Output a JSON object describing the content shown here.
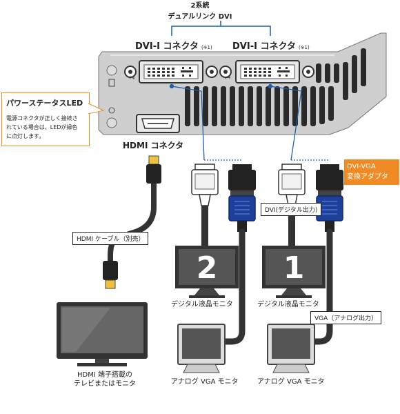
{
  "header": {
    "line1": "2系統",
    "line2": "デュアルリンク DVI"
  },
  "ports": {
    "dvi_left": "DVI-I コネクタ",
    "dvi_right": "DVI-I コネクタ",
    "note": "(※1)",
    "port_num_2": "2",
    "port_num_1": "1",
    "hdmi": "HDMI コネクタ"
  },
  "power_led": {
    "title": "パワーステータスLED",
    "desc_line1": "電源コネクタが正しく接続さ",
    "desc_line2": "れている場合は、LEDが緑色",
    "desc_line3": "に点灯します。"
  },
  "adapter": {
    "line1": "DVI-VGA",
    "line2": "変換アダプタ"
  },
  "cables": {
    "dvi": "DVI(デジタル出力)",
    "hdmi": "HDMI ケーブル（別売）",
    "vga": "VGA（アナログ出力）"
  },
  "monitors": {
    "lcd_number_2": "2",
    "lcd_number_1": "1",
    "lcd_left": "デジタル液晶モニタ",
    "lcd_right": "デジタル液晶モニタ",
    "vga_left": "アナログ VGA モニタ",
    "vga_right": "アナログ VGA モニタ",
    "tv_line1": "HDMI 端子搭載の",
    "tv_line2": "テレビまたはモニタ"
  },
  "colors": {
    "accent": "#f08a24",
    "bracket_blue": "#1f5fa8",
    "plate_gray": "#cfcfcf",
    "vga_blue": "#1e3f9a"
  }
}
